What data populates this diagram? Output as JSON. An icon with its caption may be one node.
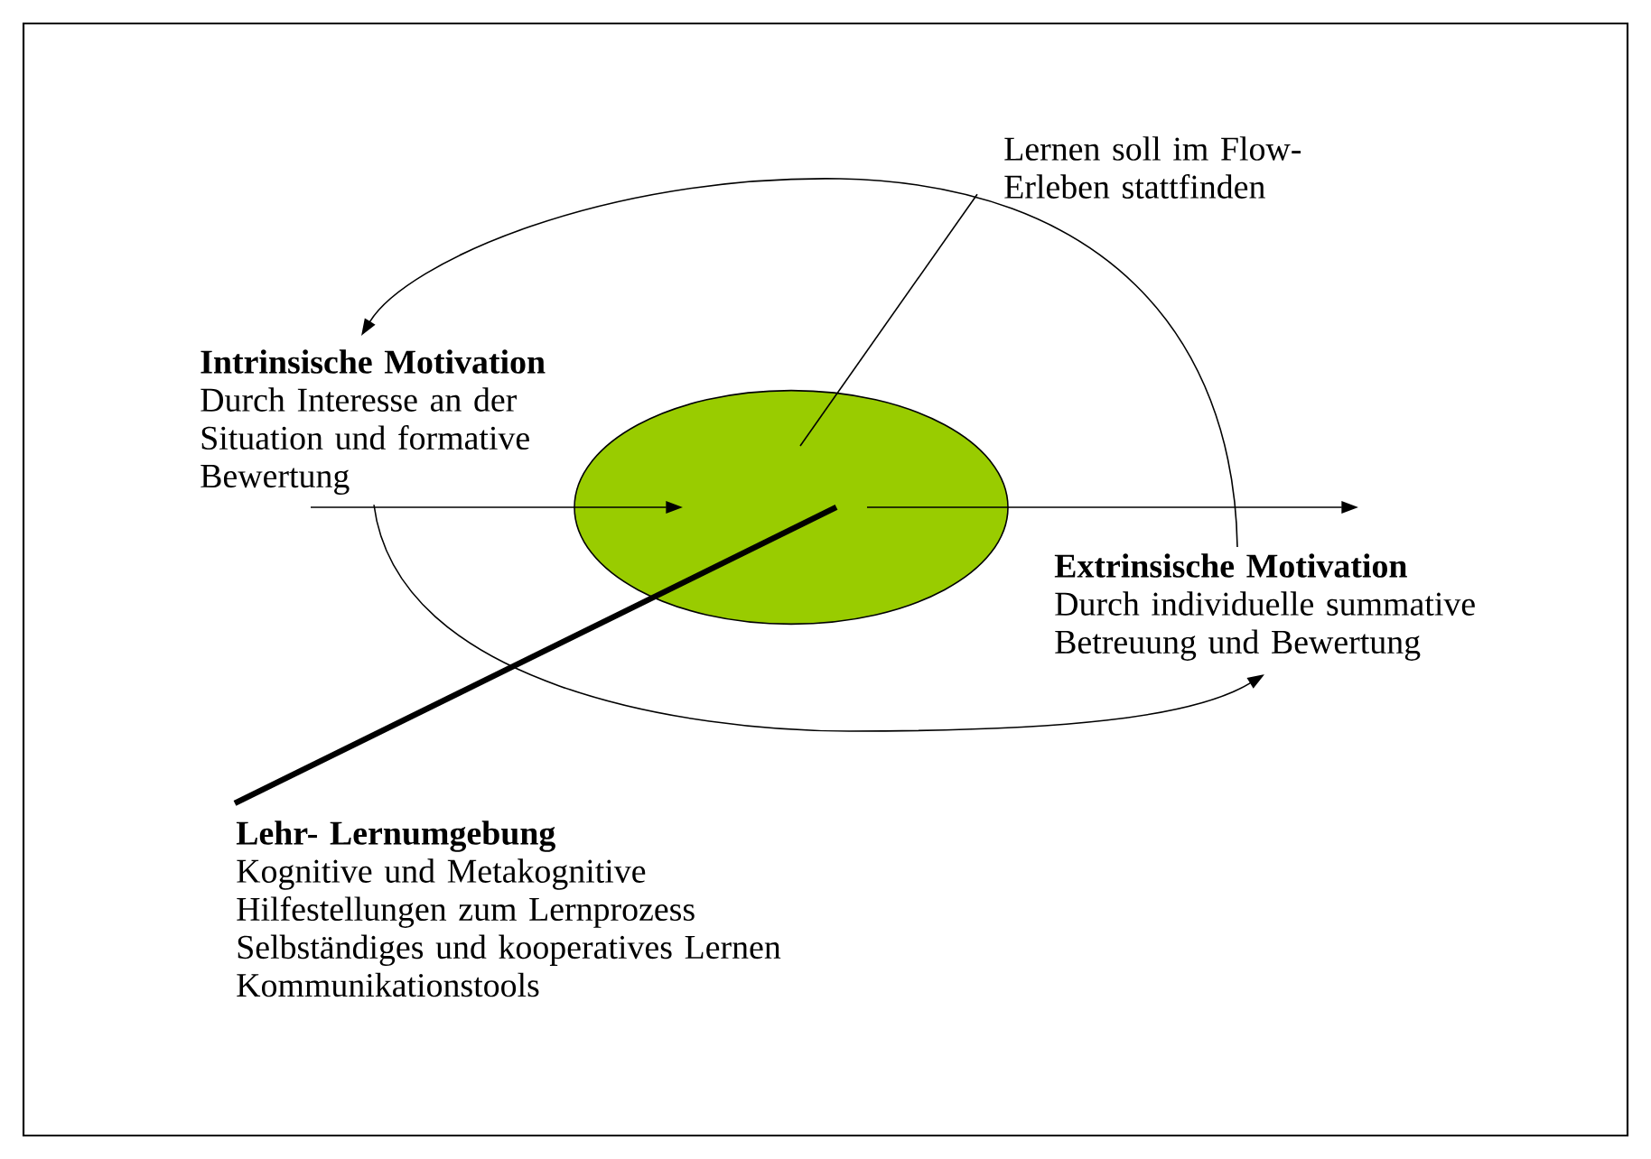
{
  "diagram": {
    "nodes": [
      {
        "text": [],
        "shape": "ellipse"
      },
      {
        "text": [
          "Lernen soll im Flow-Erleben stattfinden"
        ]
      },
      {
        "text": [
          "Intrinsische Motivation",
          "Durch Interesse an der Situation und formative Bewertung"
        ]
      },
      {
        "text": [
          "Extrinsische Motivation",
          "Durch individuelle summative Betreuung und Bewertung"
        ]
      },
      {
        "text": [
          "Lehr- Lernumgebung",
          "Kognitive und Metakognitive",
          "Hilfestellungen zum Lernprozess",
          "Selbständiges und kooperatives Lernen",
          "Kommunikationstools"
        ]
      }
    ],
    "edges": [
      {
        "from": 3,
        "to": 2,
        "arrow": "to"
      },
      {
        "from": 2,
        "to": 3,
        "arrow": "to"
      },
      {
        "from": 2,
        "to": 0,
        "arrow": "to"
      },
      {
        "from": 0,
        "to": 3,
        "arrow": "to"
      },
      {
        "from": 4,
        "to": 0,
        "arrow": "none",
        "style": "thick"
      },
      {
        "from": 1,
        "to": 0,
        "arrow": "none"
      }
    ]
  }
}
